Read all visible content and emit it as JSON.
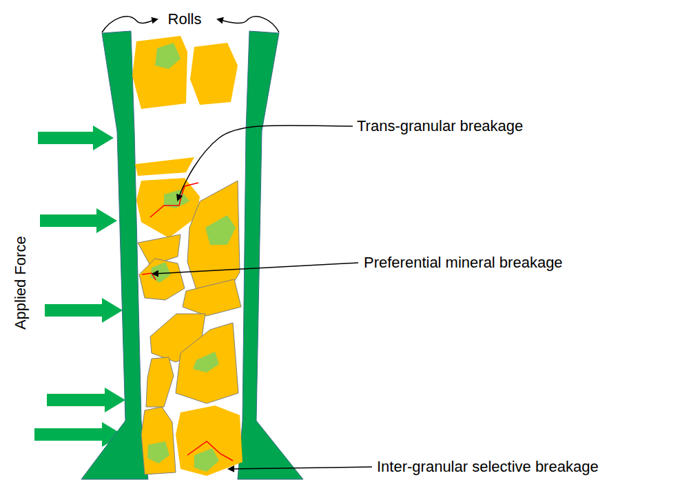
{
  "diagram": {
    "labels": [
      "Rolls",
      "Applied Force",
      "Trans-granular breakage",
      "Preferential mineral breakage",
      "Inter-granular selective breakage"
    ]
  }
}
